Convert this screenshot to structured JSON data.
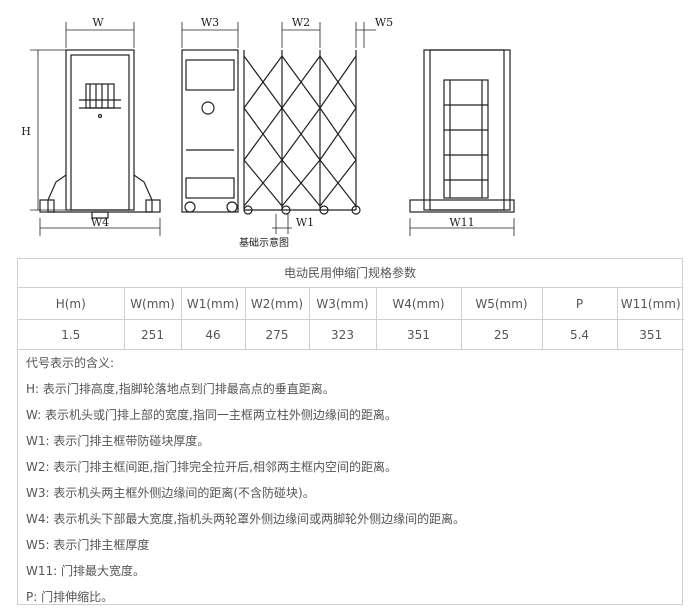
{
  "diagram": {
    "caption": "基础示意图",
    "labels": {
      "w": "W",
      "w3": "W3",
      "w2": "W2",
      "w5": "W5",
      "h": "H",
      "w4": "W4",
      "w1": "W1",
      "w11": "W11"
    }
  },
  "spec": {
    "title": "电动民用伸缩门规格参数",
    "headers": [
      "H(m)",
      "W(mm)",
      "W1(mm)",
      "W2(mm)",
      "W3(mm)",
      "W4(mm)",
      "W5(mm)",
      "P",
      "W11(mm)"
    ],
    "values": [
      "1.5",
      "251",
      "46",
      "275",
      "323",
      "351",
      "25",
      "5.4",
      "351"
    ]
  },
  "notes": {
    "heading": "代号表示的含义:",
    "items": [
      "H: 表示门排高度,指脚轮落地点到门排最高点的垂直距离。",
      "W: 表示机头或门排上部的宽度,指同一主框两立柱外侧边缘间的距离。",
      "W1: 表示门排主框带防碰块厚度。",
      "W2: 表示门排主框间距,指门排完全拉开后,相邻两主框内空间的距离。",
      "W3: 表示机头两主框外侧边缘间的距离(不含防碰块)。",
      "W4: 表示机头下部最大宽度,指机头两轮罩外侧边缘间或两脚轮外侧边缘间的距离。",
      "W5: 表示门排主框厚度",
      "W11: 门排最大宽度。",
      "P: 门排伸缩比。"
    ]
  }
}
